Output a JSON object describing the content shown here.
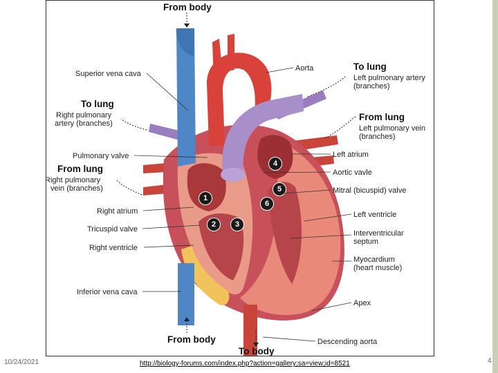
{
  "slide": {
    "date": "10/24/2021",
    "source_link": "http://biology-forums.com/index.php?action=gallery;sa=view;id=8521",
    "page_number": "4"
  },
  "diagram": {
    "flow_labels": {
      "from_body_top": "From body",
      "to_lung_left": "To lung",
      "from_lung_left": "From lung",
      "to_lung_right": "To lung",
      "from_lung_right": "From lung",
      "from_body_bottom": "From body",
      "to_body_bottom": "To body"
    },
    "left_labels": {
      "superior_vena_cava": "Superior vena cava",
      "right_pulmonary_artery": [
        "Right pulmonary",
        "artery (branches)"
      ],
      "pulmonary_valve": "Pulmonary valve",
      "right_pulmonary_vein": [
        "Right pulmonary",
        "vein (branches)"
      ],
      "right_atrium": "Right atrium",
      "tricuspid_valve": "Tricuspid valve",
      "right_ventricle": "Right ventricle",
      "inferior_vena_cava": "Inferior vena cava"
    },
    "right_labels": {
      "aorta": "Aorta",
      "left_pulmonary_artery": [
        "Left pulmonary artery",
        "(branches)"
      ],
      "left_pulmonary_vein": [
        "Left pulmonary vein",
        "(branches)"
      ],
      "left_atrium": "Left atrium",
      "aortic_valve": "Aortic vavle",
      "mitral_valve": "Mitral (bicuspid) valve",
      "left_ventricle": "Left ventricle",
      "interventricular_septum": [
        "Interventricular",
        "septum"
      ],
      "myocardium": [
        "Myocardium",
        "(heart muscle)"
      ],
      "apex": "Apex",
      "descending_aorta": "Descending aorta"
    },
    "step_numbers": [
      "1",
      "2",
      "3",
      "4",
      "5",
      "6"
    ]
  },
  "colors": {
    "vein_blue": "#4f86c6",
    "artery_red": "#d9423a",
    "pulmonary_purple": "#a98fc9",
    "muscle_pink": "#e8897a",
    "fat_yellow": "#f0c45a",
    "side_bar": "#c9cfb4"
  }
}
